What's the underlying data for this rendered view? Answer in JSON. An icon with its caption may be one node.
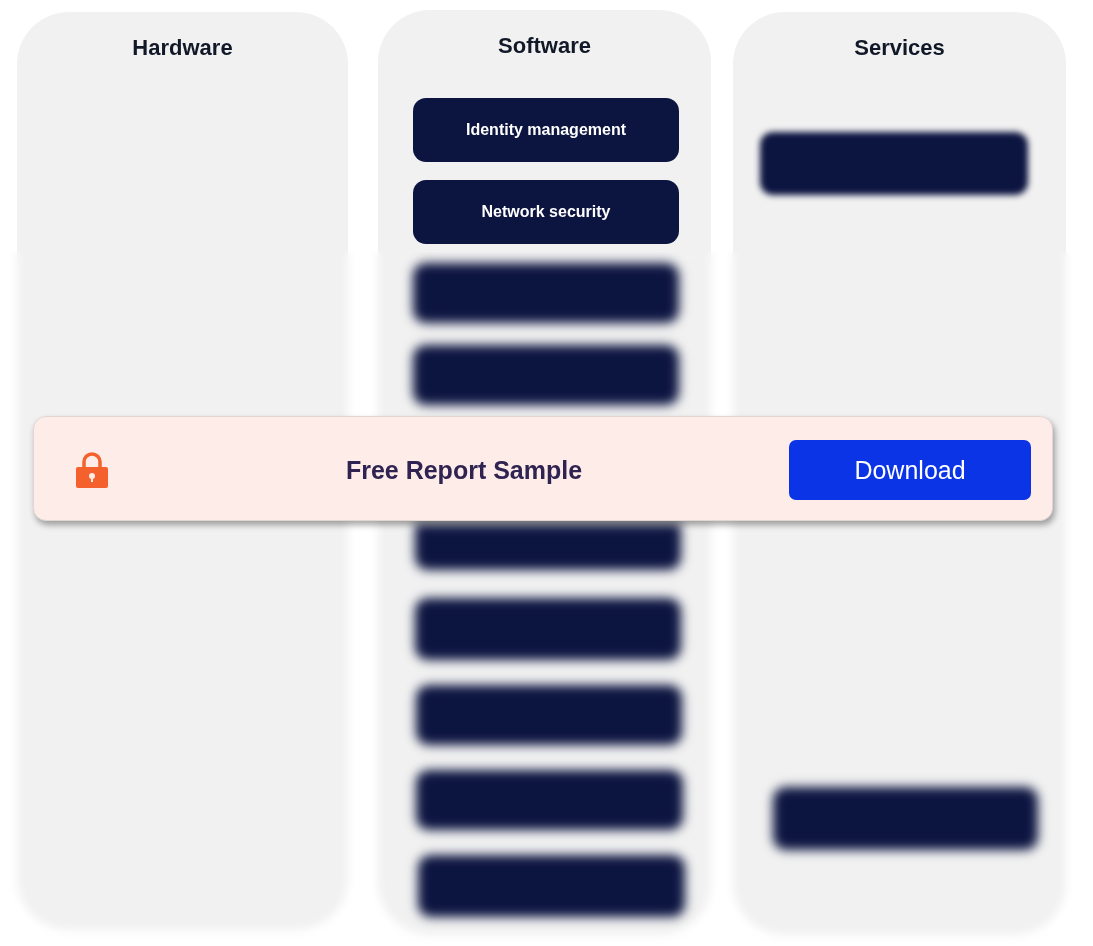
{
  "diagram": {
    "nodes": [
      {
        "text": [
          "Hardware"
        ]
      },
      {
        "text": [
          "Software"
        ]
      },
      {
        "text": [
          "Identity management"
        ],
        "in": 1
      },
      {
        "text": [
          "Network security"
        ],
        "in": 1
      },
      {
        "text": [],
        "shape": "box",
        "in": 1
      },
      {
        "text": [],
        "shape": "box",
        "in": 1
      },
      {
        "text": [],
        "shape": "box",
        "in": 1
      },
      {
        "text": [],
        "shape": "box",
        "in": 1
      },
      {
        "text": [],
        "shape": "box",
        "in": 1
      },
      {
        "text": [],
        "shape": "box",
        "in": 1
      },
      {
        "text": [],
        "shape": "box",
        "in": 1
      },
      {
        "text": [
          "Services"
        ]
      },
      {
        "text": [],
        "shape": "box",
        "in": 11
      },
      {
        "text": [],
        "shape": "box",
        "in": 11
      }
    ],
    "labels": [
      "Free Report Sample",
      "Download"
    ]
  }
}
